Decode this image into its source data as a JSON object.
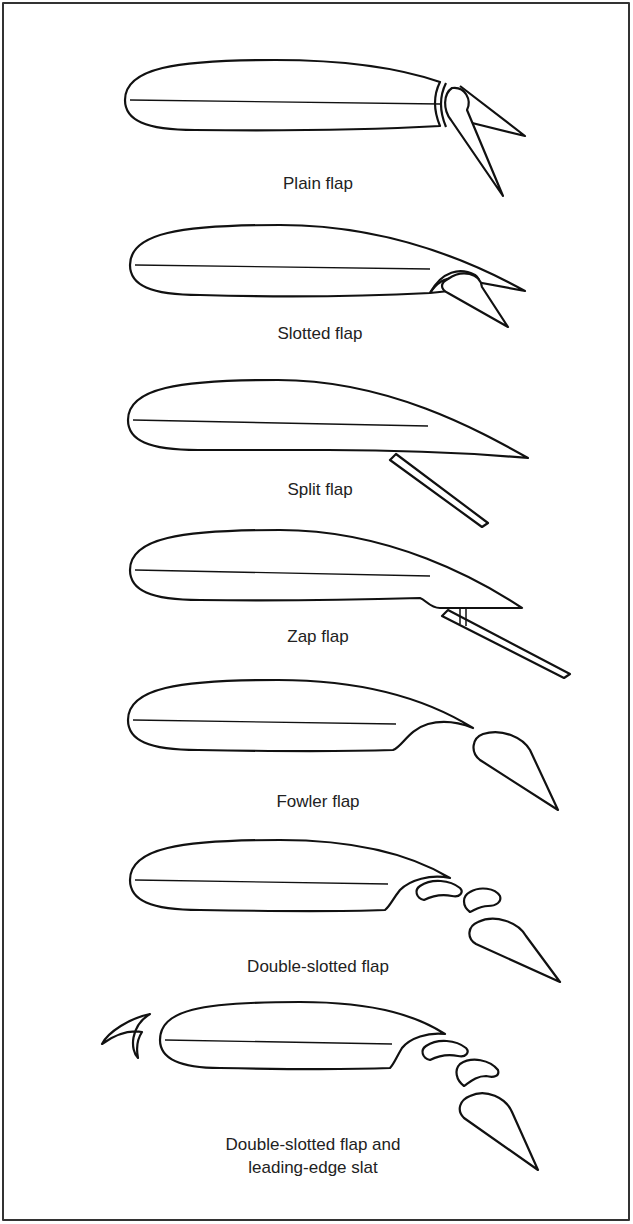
{
  "diagram": {
    "labels": [
      "Plain flap",
      "Slotted flap",
      "Split flap",
      "Zap flap",
      "Fowler flap",
      "Double-slotted flap",
      "Double-slotted flap and leading-edge slat"
    ]
  }
}
